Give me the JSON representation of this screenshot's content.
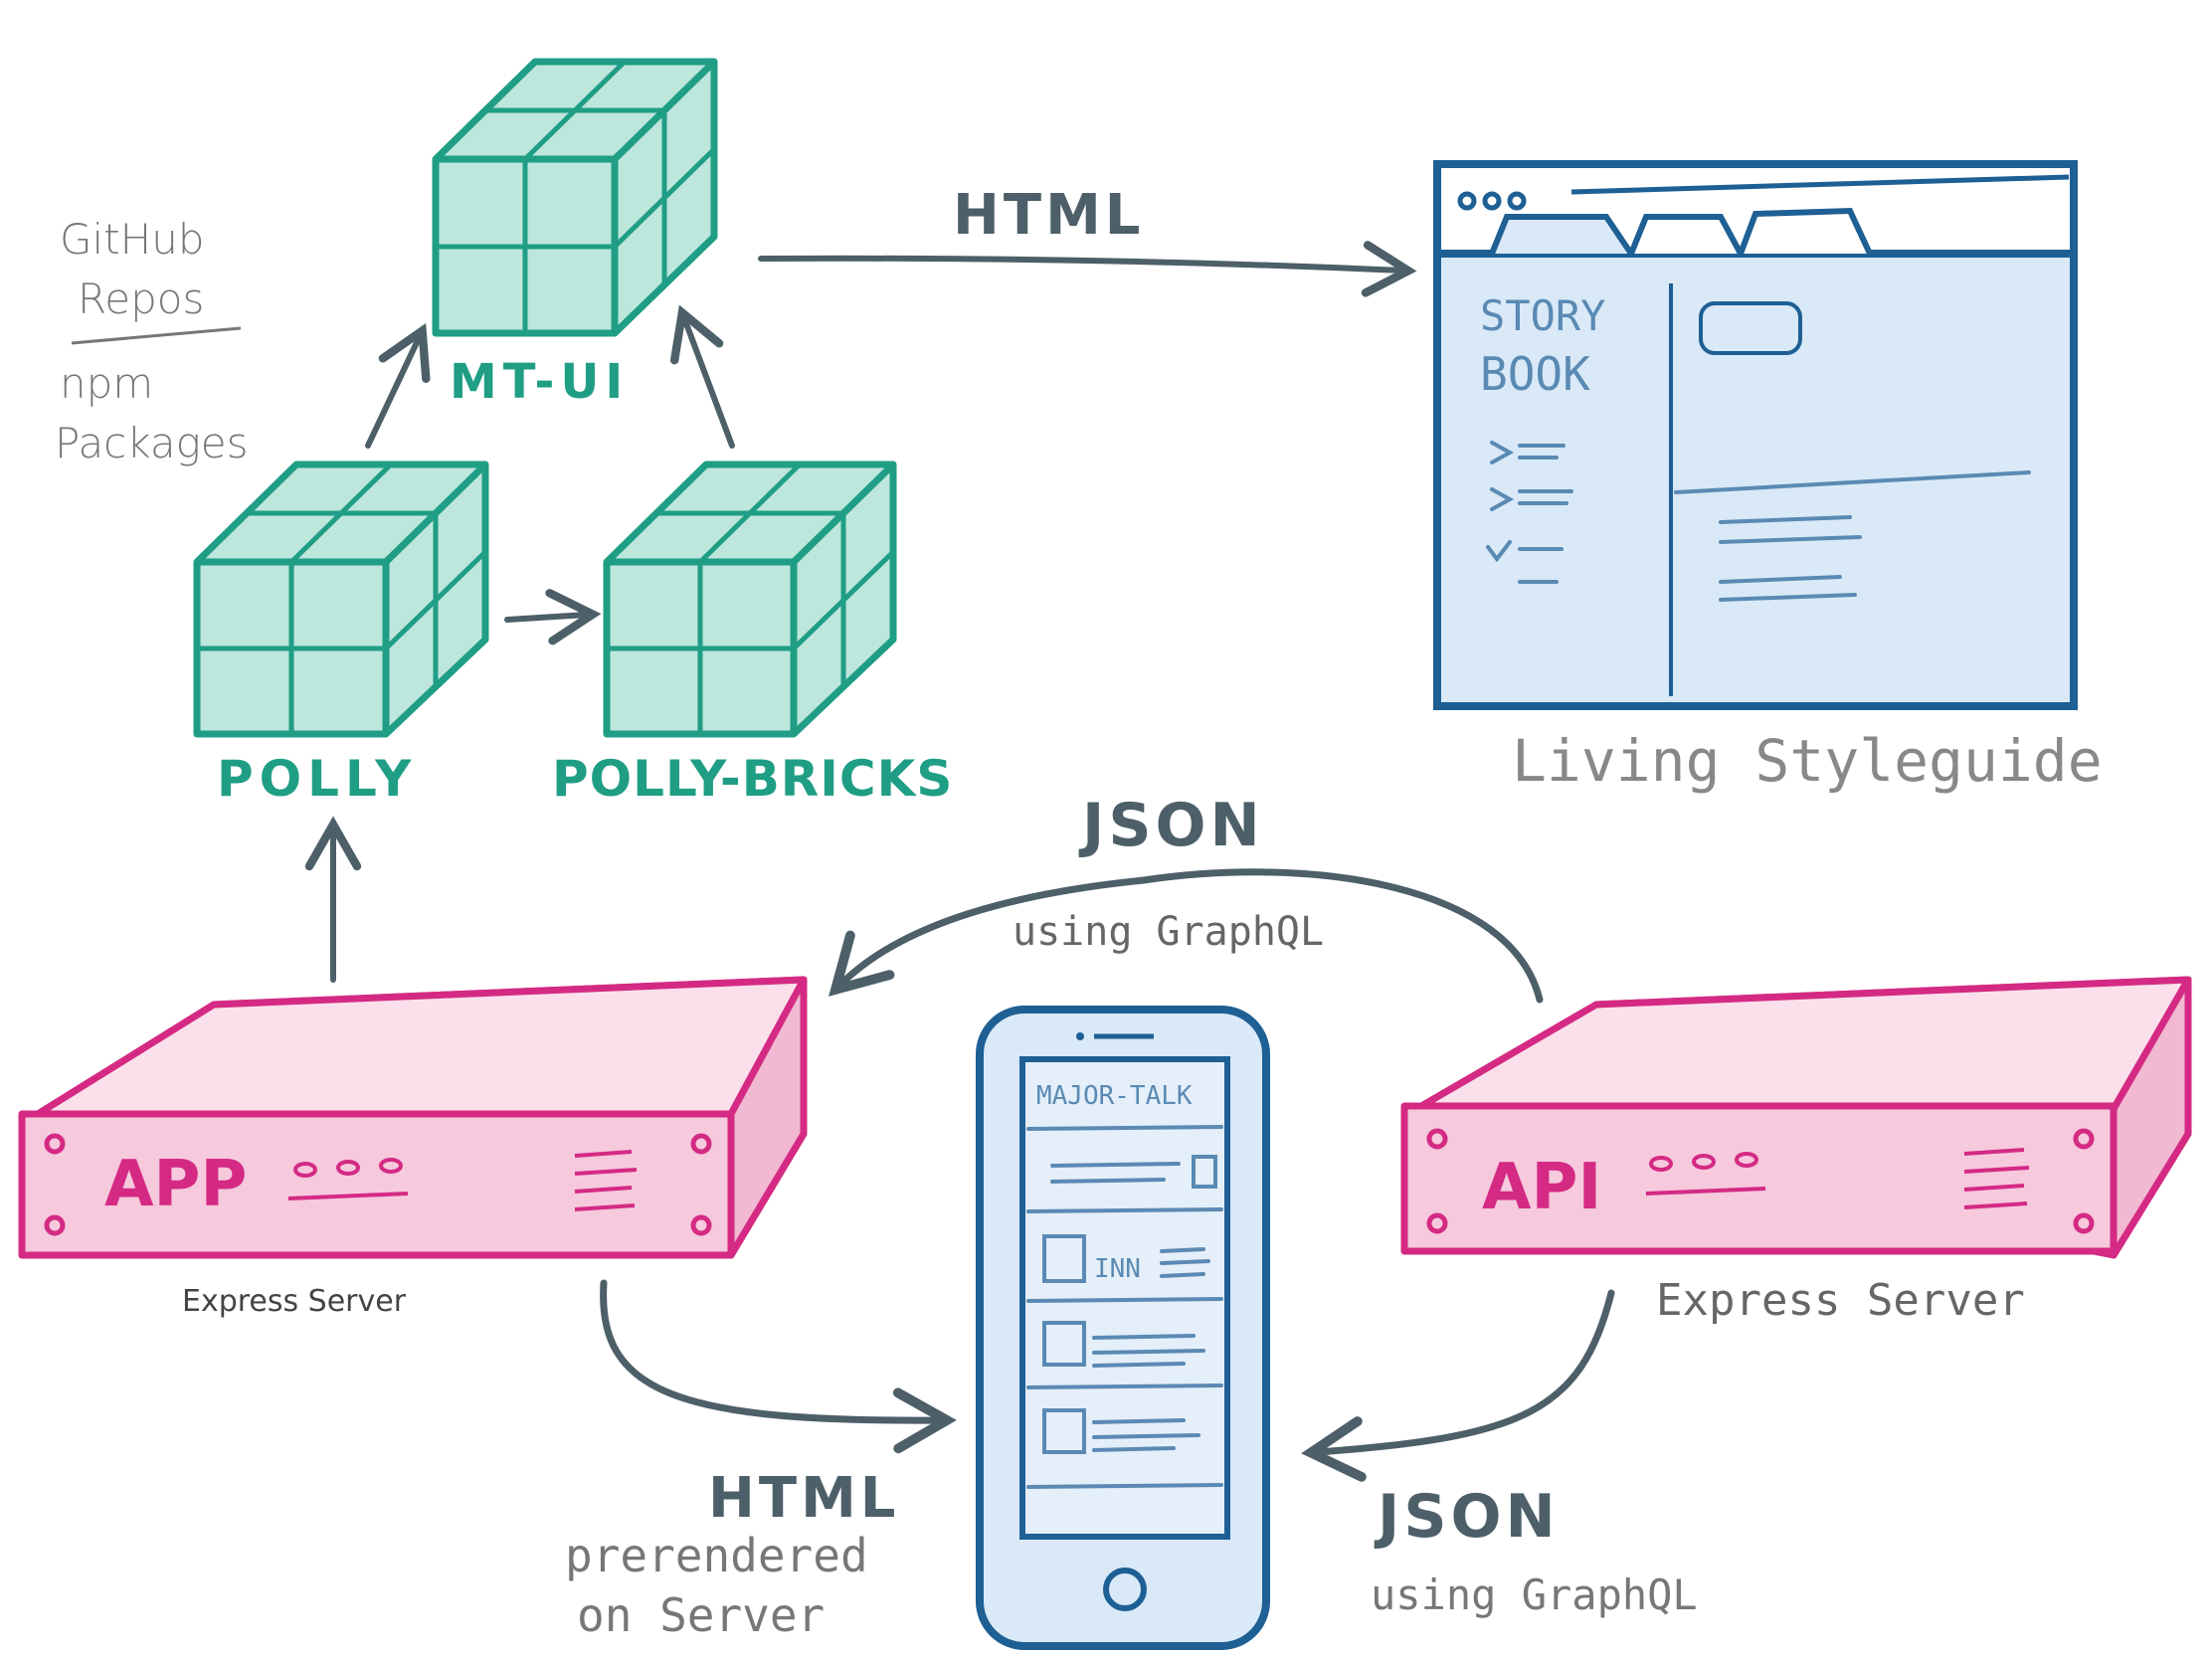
{
  "legend": {
    "line1": "GitHub",
    "line2": "Repos",
    "line3": "npm",
    "line4": "Packages"
  },
  "packages": {
    "mt_ui": "MT-UI",
    "polly": "POLLY",
    "polly_bricks": "POLLY-BRICKS"
  },
  "styleguide": {
    "caption": "Living Styleguide",
    "sidebar_line1": "STORY",
    "sidebar_line2": "BOOK"
  },
  "servers": {
    "app_label": "APP",
    "app_caption": "Express Server",
    "api_label": "API",
    "api_caption": "Express Server"
  },
  "phone": {
    "header": "MAJOR-TALK",
    "row_text": "INN"
  },
  "arrows": {
    "mtui_to_styleguide": "HTML",
    "api_to_app_main": "JSON",
    "api_to_app_sub": "using GraphQL",
    "app_to_phone_main": "HTML",
    "app_to_phone_sub1": "prerendered",
    "app_to_phone_sub2": "on Server",
    "api_to_phone_main": "JSON",
    "api_to_phone_sub": "using GraphQL"
  },
  "colors": {
    "teal": "#1f9e85",
    "teal_fill": "#bde6dc",
    "pink": "#d42a84",
    "pink_fill": "#f6c9dd",
    "blue": "#1e5f94",
    "blue_fill": "#d9e9f7",
    "arrow": "#4d5f68"
  }
}
